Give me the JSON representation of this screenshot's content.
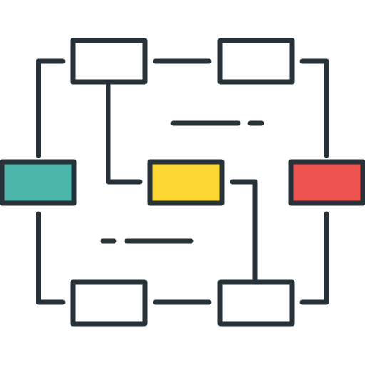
{
  "diagram": {
    "type": "flowchart-icon",
    "colors": {
      "stroke": "#263238",
      "background": "#ffffff",
      "box_fill": "#ffffff",
      "teal": "#4DB6AC",
      "yellow": "#FDD835",
      "red": "#EF5350"
    },
    "nodes": [
      {
        "id": "top-left",
        "fill": "box_fill"
      },
      {
        "id": "top-right",
        "fill": "box_fill"
      },
      {
        "id": "middle-left",
        "fill": "teal"
      },
      {
        "id": "middle-center",
        "fill": "yellow"
      },
      {
        "id": "middle-right",
        "fill": "red"
      },
      {
        "id": "bottom-left",
        "fill": "box_fill"
      },
      {
        "id": "bottom-right",
        "fill": "box_fill"
      }
    ],
    "connectors": [
      {
        "from": "top-left",
        "to": "top-right"
      },
      {
        "from": "top-left",
        "to": "middle-left"
      },
      {
        "from": "top-left",
        "to": "middle-center"
      },
      {
        "from": "top-right",
        "to": "middle-right"
      },
      {
        "from": "middle-center",
        "to": "bottom-right"
      },
      {
        "from": "middle-left",
        "to": "bottom-left"
      },
      {
        "from": "middle-right",
        "to": "bottom-right"
      },
      {
        "from": "bottom-left",
        "to": "bottom-right"
      }
    ],
    "placeholder_text_lines": 2
  }
}
